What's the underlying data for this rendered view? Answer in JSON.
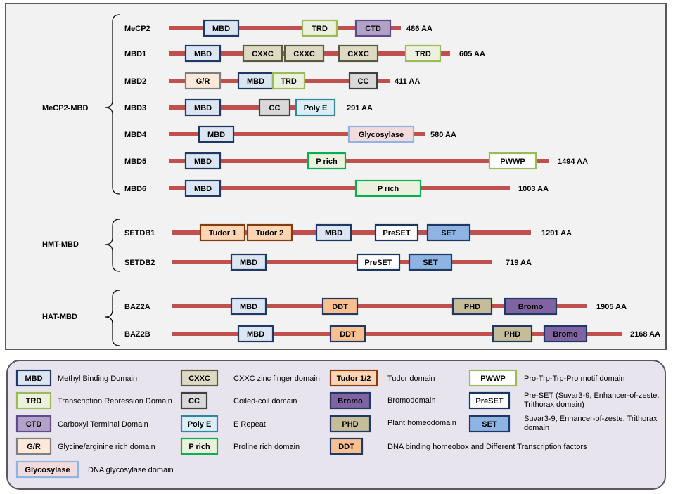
{
  "groups": [
    {
      "label": "MeCP2-MBD"
    },
    {
      "label": "HMT-MBD"
    },
    {
      "label": "HAT-MBD"
    }
  ],
  "proteins": [
    {
      "name": "MeCP2",
      "length": "486 AA",
      "domains": [
        {
          "label": "MBD",
          "type": "MBD"
        },
        {
          "label": "TRD",
          "type": "TRD"
        },
        {
          "label": "CTD",
          "type": "CTD"
        }
      ]
    },
    {
      "name": "MBD1",
      "length": "605 AA",
      "domains": [
        {
          "label": "MBD",
          "type": "MBD"
        },
        {
          "label": "CXXC",
          "type": "CXXC"
        },
        {
          "label": "CXXC",
          "type": "CXXC"
        },
        {
          "label": "CXXC",
          "type": "CXXC"
        },
        {
          "label": "TRD",
          "type": "TRD"
        }
      ]
    },
    {
      "name": "MBD2",
      "length": "411 AA",
      "domains": [
        {
          "label": "G/R",
          "type": "GR"
        },
        {
          "label": "MBD",
          "type": "MBD"
        },
        {
          "label": "TRD",
          "type": "TRD"
        },
        {
          "label": "CC",
          "type": "CC"
        }
      ]
    },
    {
      "name": "MBD3",
      "length": "291 AA",
      "domains": [
        {
          "label": "MBD",
          "type": "MBD"
        },
        {
          "label": "CC",
          "type": "CC"
        },
        {
          "label": "Poly E",
          "type": "PolyE"
        }
      ]
    },
    {
      "name": "MBD4",
      "length": "580 AA",
      "domains": [
        {
          "label": "MBD",
          "type": "MBD"
        },
        {
          "label": "Glycosylase",
          "type": "Glyco"
        }
      ]
    },
    {
      "name": "MBD5",
      "length": "1494 AA",
      "domains": [
        {
          "label": "MBD",
          "type": "MBD"
        },
        {
          "label": "P rich",
          "type": "Prich"
        },
        {
          "label": "PWWP",
          "type": "PWWP"
        }
      ]
    },
    {
      "name": "MBD6",
      "length": "1003 AA",
      "domains": [
        {
          "label": "MBD",
          "type": "MBD"
        },
        {
          "label": "P rich",
          "type": "Prich"
        }
      ]
    },
    {
      "name": "SETDB1",
      "length": "1291 AA",
      "domains": [
        {
          "label": "Tudor 1",
          "type": "Tudor"
        },
        {
          "label": "Tudor 2",
          "type": "Tudor"
        },
        {
          "label": "MBD",
          "type": "MBD"
        },
        {
          "label": "PreSET",
          "type": "PreSET"
        },
        {
          "label": "SET",
          "type": "SET"
        }
      ]
    },
    {
      "name": "SETDB2",
      "length": "719 AA",
      "domains": [
        {
          "label": "MBD",
          "type": "MBD"
        },
        {
          "label": "PreSET",
          "type": "PreSET"
        },
        {
          "label": "SET",
          "type": "SET"
        }
      ]
    },
    {
      "name": "BAZ2A",
      "length": "1905 AA",
      "domains": [
        {
          "label": "MBD",
          "type": "MBD"
        },
        {
          "label": "DDT",
          "type": "DDT"
        },
        {
          "label": "PHD",
          "type": "PHD"
        },
        {
          "label": "Bromo",
          "type": "Bromo"
        }
      ]
    },
    {
      "name": "BAZ2B",
      "length": "2168 AA",
      "domains": [
        {
          "label": "MBD",
          "type": "MBD"
        },
        {
          "label": "DDT",
          "type": "DDT"
        },
        {
          "label": "PHD",
          "type": "PHD"
        },
        {
          "label": "Bromo",
          "type": "Bromo"
        }
      ]
    }
  ],
  "legend": [
    {
      "box": "MBD",
      "type": "MBD",
      "desc": [
        "Methyl Binding Domain"
      ]
    },
    {
      "box": "TRD",
      "type": "TRD",
      "desc": [
        "Transcription Repression Domain"
      ]
    },
    {
      "box": "CTD",
      "type": "CTD",
      "desc": [
        "Carboxyl Terminal Domain"
      ]
    },
    {
      "box": "G/R",
      "type": "GR",
      "desc": [
        "Glycine/arginine rich domain"
      ]
    },
    {
      "box": "Glycosylase",
      "type": "Glyco",
      "desc": [
        "DNA  glycosylase domain"
      ]
    },
    {
      "box": "CXXC",
      "type": "CXXC",
      "desc": [
        "CXXC zinc finger domain"
      ]
    },
    {
      "box": "CC",
      "type": "CC",
      "desc": [
        "Coiled-coil domain"
      ]
    },
    {
      "box": "Poly E",
      "type": "PolyE",
      "desc": [
        "E Repeat"
      ]
    },
    {
      "box": "P rich",
      "type": "Prich",
      "desc": [
        "Proline rich domain"
      ]
    },
    {
      "box": "Tudor 1/2",
      "type": "Tudor",
      "desc": [
        "Tudor domain"
      ]
    },
    {
      "box": "Bromo",
      "type": "Bromo",
      "desc": [
        "Bromodomain"
      ]
    },
    {
      "box": "PHD",
      "type": "PHD",
      "desc": [
        "Plant homeodomain"
      ]
    },
    {
      "box": "DDT",
      "type": "DDT",
      "desc": [
        "DNA binding homeobox and Different Transcription factors"
      ]
    },
    {
      "box": "PWWP",
      "type": "PWWP",
      "desc": [
        "Pro-Trp-Trp-Pro motif domain"
      ]
    },
    {
      "box": "PreSET",
      "type": "PreSET",
      "desc": [
        "Pre-SET (Suvar3-9, Enhancer-of-zeste,",
        "Trithorax domain)"
      ]
    },
    {
      "box": "SET",
      "type": "SET",
      "desc": [
        "Suvar3-9, Enhancer-of-zeste, Trithorax",
        "domain"
      ]
    }
  ],
  "styles": {
    "MBD": {
      "fill": "#dce6f2",
      "stroke": "#1f3864"
    },
    "TRD": {
      "fill": "#ebf1de",
      "stroke": "#9bbb59"
    },
    "CTD": {
      "fill": "#b3a2c7",
      "stroke": "#5f4b8b"
    },
    "GR": {
      "fill": "#fde9d9",
      "stroke": "#7f7f7f"
    },
    "CXXC": {
      "fill": "#ddd9c3",
      "stroke": "#5a5a40"
    },
    "CC": {
      "fill": "#d9d9d9",
      "stroke": "#404040"
    },
    "PolyE": {
      "fill": "#dbeef4",
      "stroke": "#31859c"
    },
    "Glyco": {
      "fill": "#f2dcdb",
      "stroke": "#8eb4e3"
    },
    "Prich": {
      "fill": "#ebf1de",
      "stroke": "#00b050"
    },
    "PWWP": {
      "fill": "#ffffff",
      "stroke": "#9bbb59"
    },
    "Tudor": {
      "fill": "#fcd5b5",
      "stroke": "#843c0c"
    },
    "PreSET": {
      "fill": "#ffffff",
      "stroke": "#17375e"
    },
    "SET": {
      "fill": "#8eb4e3",
      "stroke": "#1f3864"
    },
    "DDT": {
      "fill": "#fac090",
      "stroke": "#1f3864"
    },
    "PHD": {
      "fill": "#c4bd97",
      "stroke": "#1f3864"
    },
    "Bromo": {
      "fill": "#8064a2",
      "stroke": "#1f3864"
    },
    "backbone": "#c0504d"
  }
}
